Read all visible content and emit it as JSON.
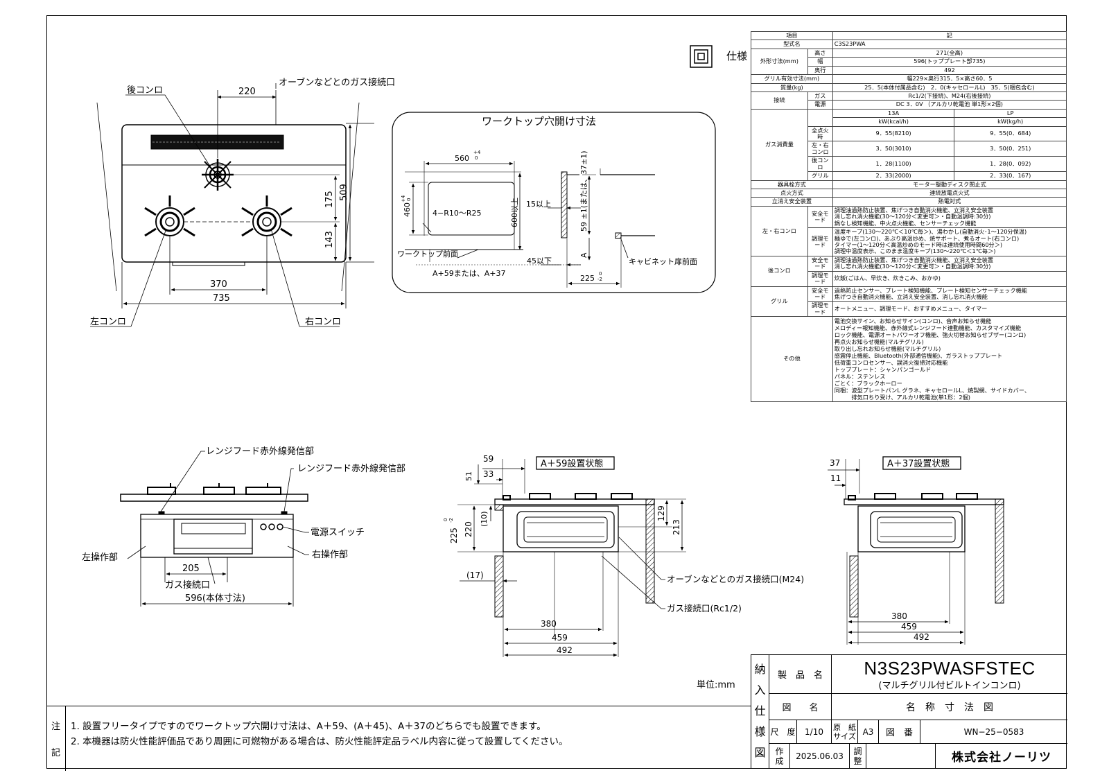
{
  "spec_title": "仕様",
  "spec_table": {
    "header": {
      "item": "項目",
      "value": "記"
    },
    "model": {
      "label": "型式名",
      "value": "C3S23PWA"
    },
    "dims": {
      "label": "外形寸法(mm)",
      "height_label": "高さ",
      "height": "271(全高)",
      "width_label": "幅",
      "width": "596(トッププレート部735)",
      "depth_label": "奥行",
      "depth": "492"
    },
    "grill": {
      "label": "グリル有効寸法(mm)",
      "value": "幅229×奥行315．5×高さ60．5"
    },
    "mass": {
      "label": "質量(kg)",
      "value": "25．5(本体付属品含む)　2．0(キャセロールL)　35．5(梱包含む)"
    },
    "connection": {
      "label": "接続",
      "gas_label": "ガス",
      "gas": "Rc1/2(下接続)、M24(右後接続)",
      "power_label": "電源",
      "power": "DC 3．0V （アルカリ乾電池 単1形×2個)"
    },
    "gas_consumption": {
      "label": "ガス消費量",
      "col_13a": "13A",
      "col_lp": "LP",
      "unit_13a": "kW(kcal/h)",
      "unit_lp": "kW(kg/h)",
      "rows": [
        {
          "name": "全点火時",
          "a13": "9．55(8210)",
          "lp": "9．55(0．684)"
        },
        {
          "name": "左・右コンロ",
          "a13": "3．50(3010)",
          "lp": "3．50(0．251)"
        },
        {
          "name": "後コンロ",
          "a13": "1．28(1100)",
          "lp": "1．28(0．092)"
        },
        {
          "name": "グリル",
          "a13": "2．33(2000)",
          "lp": "2．33(0．167)"
        }
      ]
    },
    "valve": {
      "label": "器具栓方式",
      "value": "モーター駆動ディスク閉止式"
    },
    "ignition": {
      "label": "点火方式",
      "value": "連続放電点火式"
    },
    "flame": {
      "label": "立消え安全装置",
      "value": "熱電対式"
    },
    "lr_burner": {
      "label": "左・右コンロ",
      "safety_label": "安全モード",
      "safety": [
        "調理油過熱防止装置、焦げつき自動消火機能、立消え安全装置",
        "消し忘れ消火機能(30～120分＜変更可＞・自動温調時:30分)",
        "鍋なし検知機能、中火点火機能、センサーチェック機能"
      ],
      "cook_label": "調理モード",
      "cook": [
        "温度キープ(130～220℃＜10℃毎＞)、湯わかし(自動消火･1～120分保温)",
        "麺ゆで(左コンロ)、あぶり高温炒め、焼サポート、煮るオート(右コンロ)",
        "タイマー(1～120分＜高温炒めのモード時は連続使用時間60分＞)",
        "調理中温度表示、このまま温度キープ(130～220℃＜1℃毎＞)"
      ]
    },
    "rear_burner": {
      "label": "後コンロ",
      "safety_label": "安全モード",
      "safety": [
        "調理油過熱防止装置、焦げつき自動消火機能、立消え安全装置",
        "消し忘れ消火機能(30～120分＜変更可＞・自動温調時:30分)"
      ],
      "cook_label": "調理モード",
      "cook": [
        "炊飯(ごはん、早炊き、炊きこみ、おかゆ)"
      ]
    },
    "grill_row": {
      "label": "グリル",
      "safety_label": "安全モード",
      "safety": [
        "過熱防止センサー、プレート検知機能、プレート検知センサーチェック機能",
        "焦げつき自動消火機能、立消え安全装置、消し忘れ消火機能"
      ],
      "cook_label": "調理モード",
      "cook": [
        "オートメニュー、調理モード、おすすめメニュー、タイマー"
      ]
    },
    "other": {
      "label": "その他",
      "lines": [
        "電池交換サイン、お知らせサイン(コンロ)、音声お知らせ機能",
        "メロディー報知機能、赤外線式レンジフード連動機能、カスタマイズ機能",
        "ロック機能、電源オートパワーオフ機能、強火切替お知らせブザー(コンロ)",
        "再点火お知らせ機能(マルチグリル)",
        "取り出し忘れお知らせ機能(マルチグリル)",
        "感震停止機能、Bluetooth(外部通信機能)、ガラストッププレート",
        "低荷重コンロセンサー、誤消火復帰対応機能",
        "トッププレート：シャンパンゴールド",
        "パネル：ステンレス",
        "ごとく：ブラックホーロー",
        "同梱：波型プレートパンL グラネ、キャセロールL、焼製網、サイドカバー、",
        "　　　排気口ちり受け、アルカリ乾電池(単1形：2個)"
      ]
    }
  },
  "top_view": {
    "label_rear": "後コンロ",
    "label_oven_gas": "オーブンなどとのガス接続口",
    "label_left": "左コンロ",
    "label_right": "右コンロ",
    "dim_220": "220",
    "dim_509": "509",
    "dim_175": "175",
    "dim_143": "143",
    "dim_370": "370",
    "dim_735": "735"
  },
  "cutout": {
    "title": "ワークトップ穴開け寸法",
    "dim_560": "560",
    "tol_560_hi": "+4",
    "tol_560_lo": "0",
    "dim_460": "460",
    "tol_460_hi": "+4",
    "tol_460_lo": "0",
    "label_radius": "4−R10～R25",
    "dim_600": "600以上",
    "dim_15": "15以上",
    "dim_59": "59 ±1(または、37±1)",
    "label_a": "A",
    "label_worktop_front": "ワークトップ前面",
    "dim_45": "45以下",
    "label_a59": "A+59または、A+37",
    "label_cabinet": "キャビネット扉前面",
    "dim_225": "225",
    "tol_225_hi": "0",
    "tol_225_lo": "-2"
  },
  "front_view": {
    "label_ir1": "レンジフード赤外線発信部",
    "label_ir2": "レンジフード赤外線発信部",
    "label_power": "電源スイッチ",
    "label_left_op": "左操作部",
    "label_right_op": "右操作部",
    "dim_205": "205",
    "label_gas": "ガス接続口",
    "dim_596": "596(本体寸法)"
  },
  "side_a59": {
    "title": "A＋59設置状態",
    "dim_59": "59",
    "dim_33": "33",
    "dim_51": "51",
    "dim_10": "(10)",
    "dim_225": "225",
    "tol_225_hi": "0",
    "tol_225_lo": "-2",
    "dim_220": "220",
    "dim_17": "(17)",
    "dim_129": "129",
    "dim_213": "213",
    "label_oven_gas": "オーブンなどとのガス接続口(M24)",
    "label_gas": "ガス接続口(Rc1/2)",
    "dim_380": "380",
    "dim_459": "459",
    "dim_492": "492"
  },
  "side_a37": {
    "title": "A＋37設置状態",
    "dim_37": "37",
    "dim_11": "11",
    "dim_380": "380",
    "dim_459": "459",
    "dim_492": "492"
  },
  "unit_label": "単位:mm",
  "notes": {
    "label_1": "注",
    "label_2": "記",
    "items": [
      "1. 設置フリータイプですのでワークトップ穴開け寸法は、A＋59、(A＋45)、A＋37のどちらでも設置できます。",
      "2. 本機器は防火性能評価品であり周囲に可燃物がある場合は、防火性能評定品ラベル内容に従って設置してください。"
    ]
  },
  "title_block": {
    "side_label": [
      "納",
      "入",
      "仕",
      "様",
      "図"
    ],
    "product_name_label": "製　品　名",
    "product_code": "N3S23PWASFSTEC",
    "product_desc": "(マルチグリル付ビルトインコンロ)",
    "drawing_name_label": "図　　名",
    "drawing_name": "名　称　寸　法　図",
    "scale_label": "尺　度",
    "scale": "1/10",
    "paper_label": "原　紙\nサイズ",
    "paper": "A3",
    "drawing_no_label": "図　番",
    "drawing_no": "WN−25−0583",
    "made_label": "作\n成",
    "made_date": "2025.06.03",
    "check_label": "調\n整",
    "company": "株式会社ノーリツ"
  }
}
